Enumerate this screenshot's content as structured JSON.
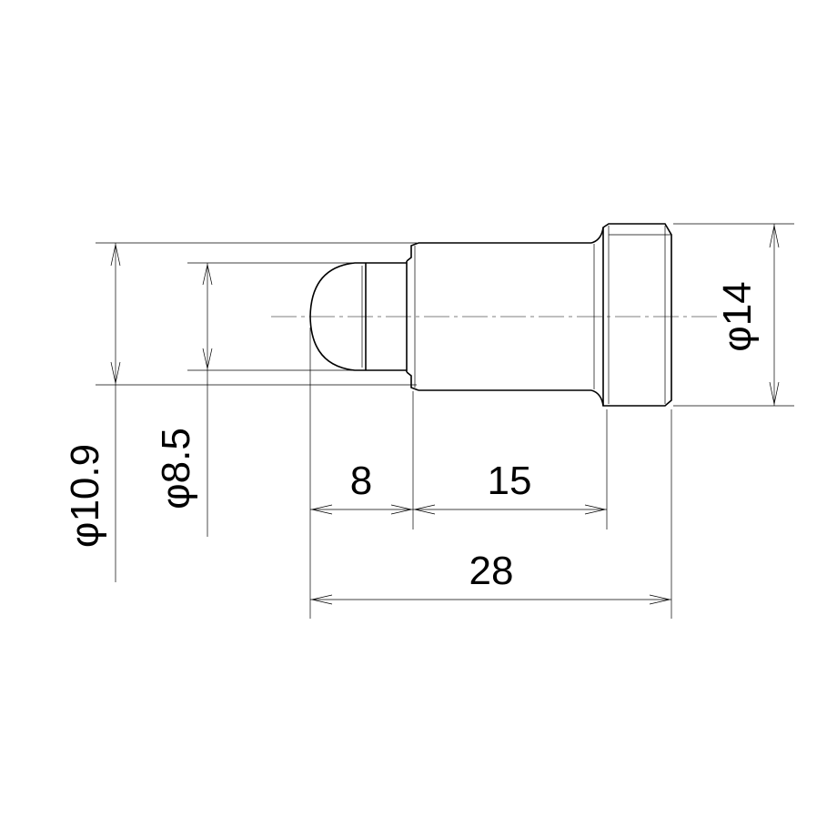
{
  "dimensions": {
    "head_diameter": "φ14",
    "body_diameter": "φ10.9",
    "tip_diameter": "φ8.5",
    "tip_length": "8",
    "body_length": "15",
    "overall_length": "28"
  }
}
